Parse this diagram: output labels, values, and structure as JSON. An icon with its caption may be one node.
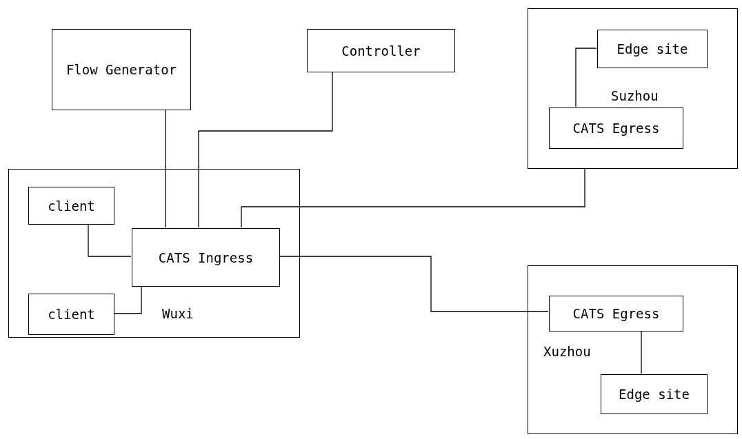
{
  "diagram": {
    "nodes": [
      {
        "text": [
          "Flow Generator"
        ]
      },
      {
        "text": [
          "Controller"
        ]
      },
      {
        "text": [
          "Suzhou"
        ]
      },
      {
        "text": [
          "Edge site"
        ],
        "in": 2
      },
      {
        "text": [
          "CATS Egress"
        ],
        "in": 2
      },
      {
        "text": [
          "Wuxi"
        ]
      },
      {
        "text": [
          "client"
        ],
        "in": 5
      },
      {
        "text": [
          "CATS Ingress"
        ],
        "in": 5
      },
      {
        "text": [
          "client"
        ],
        "in": 5
      },
      {
        "text": [
          "Xuzhou"
        ]
      },
      {
        "text": [
          "CATS Egress"
        ],
        "in": 9
      },
      {
        "text": [
          "Edge site"
        ],
        "in": 9
      }
    ],
    "edges": [
      {
        "from": 0,
        "to": 7,
        "arrow": "none"
      },
      {
        "from": 1,
        "to": 7,
        "arrow": "none"
      },
      {
        "from": 2,
        "to": 7,
        "arrow": "none"
      },
      {
        "from": 7,
        "to": 10,
        "arrow": "none"
      },
      {
        "from": 6,
        "to": 7,
        "arrow": "none"
      },
      {
        "from": 8,
        "to": 7,
        "arrow": "none"
      },
      {
        "from": 3,
        "to": 4,
        "arrow": "none"
      },
      {
        "from": 10,
        "to": 11,
        "arrow": "none"
      }
    ]
  }
}
